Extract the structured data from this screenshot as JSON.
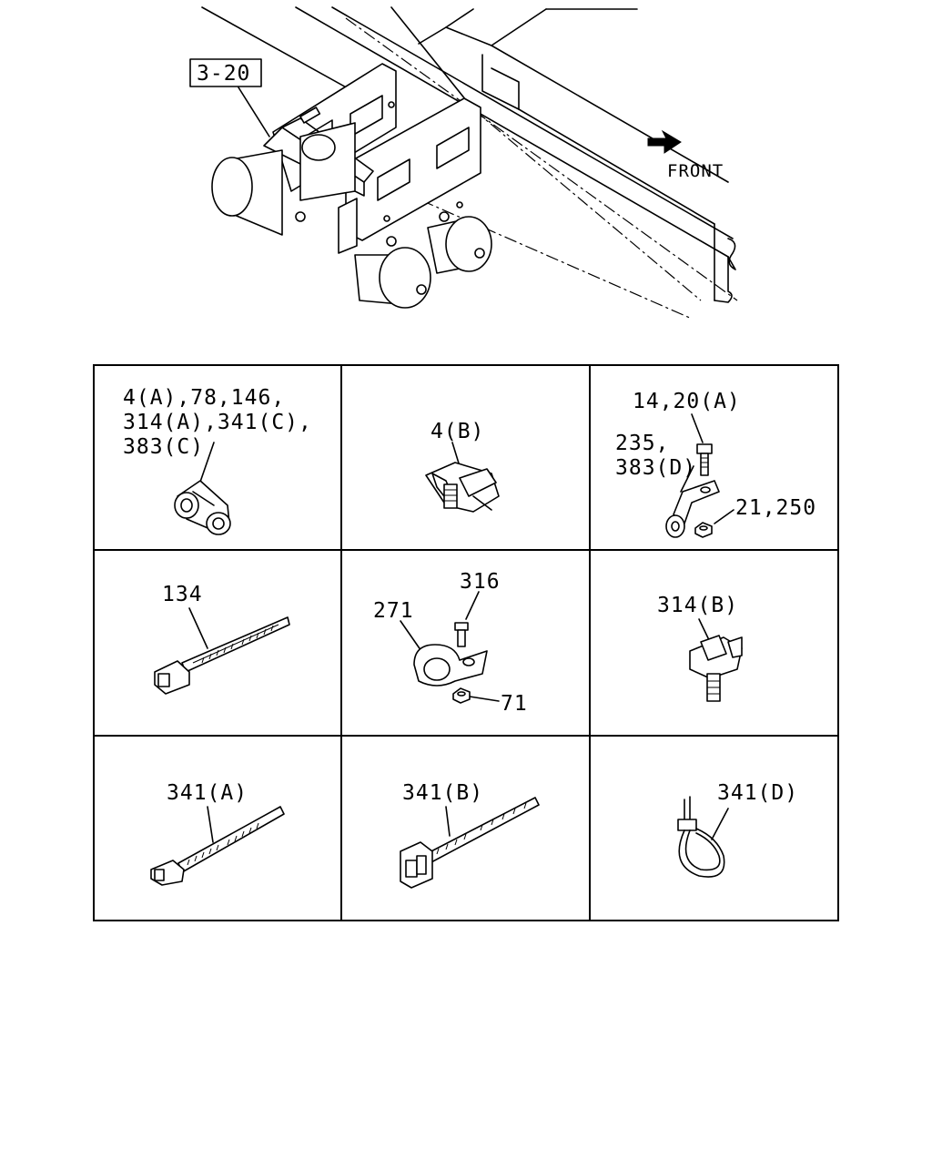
{
  "overview": {
    "ref_label": "3-20",
    "front_label": "FRONT"
  },
  "cells": [
    {
      "id": "clip-multi",
      "lines": [
        "4(A),78,146,",
        "314(A),341(C),",
        "383(C)"
      ]
    },
    {
      "id": "clip-4b",
      "lines": [
        "4(B)"
      ]
    },
    {
      "id": "bracket",
      "lines": [
        "14,20(A)",
        "235,",
        "383(D)",
        "21,250"
      ]
    },
    {
      "id": "tie-134",
      "lines": [
        "134"
      ]
    },
    {
      "id": "clamp-271",
      "lines": [
        "316",
        "271",
        "71"
      ]
    },
    {
      "id": "clip-314b",
      "lines": [
        "314(B)"
      ]
    },
    {
      "id": "tie-341a",
      "lines": [
        "341(A)"
      ]
    },
    {
      "id": "tie-341b",
      "lines": [
        "341(B)"
      ]
    },
    {
      "id": "tie-341d",
      "lines": [
        "341(D)"
      ]
    }
  ],
  "icons": {
    "front_arrow": "arrow-right-icon"
  }
}
